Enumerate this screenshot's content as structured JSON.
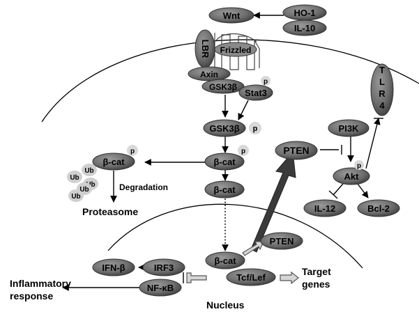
{
  "colors": {
    "node_fill": "#6f6f6f",
    "node_dark": "#333333",
    "p_fill": "#d8d8d8",
    "ub_fill": "#cfcfcf",
    "pten_big_arrow": "#3c3c3c",
    "outline_arrow_fill": "#d6d6d6",
    "membrane": "#000000"
  },
  "nodes": {
    "ho1": "HO-1",
    "il10": "IL-10",
    "wnt": "Wnt",
    "lbr": "LBR",
    "frizzled": "Frizzled",
    "axin": "Axin",
    "gsk3b_complex": "GSK3β",
    "stat3": "Stat3",
    "gsk3b": "GSK3β",
    "bcat_cyto": "β-cat",
    "bcat_deg": "β-cat",
    "bcat_mid": "β-cat",
    "bcat_nuc": "β-cat",
    "pten_cyto": "PTEN",
    "pten_nuc": "PTEN",
    "pi3k": "PI3K",
    "akt": "Akt",
    "il12": "IL-12",
    "bcl2": "Bcl-2",
    "tlr4": [
      "T",
      "L",
      "R",
      "4"
    ],
    "irf3": "IRF3",
    "nfkb": "NF-κB",
    "ifnb": "IFN-β",
    "tcf": "Tcf/Lef"
  },
  "phospho_label": "p",
  "ubiquitin_labels": [
    "Ub",
    "Ub",
    "Ub",
    "Ub",
    "Ub"
  ],
  "text": {
    "degradation": "Degradation",
    "proteasome": "Proteasome",
    "target_genes": [
      "Target",
      "genes"
    ],
    "inflammatory": [
      "Inflammatory",
      "response"
    ],
    "nucleus": "Nucleus"
  }
}
